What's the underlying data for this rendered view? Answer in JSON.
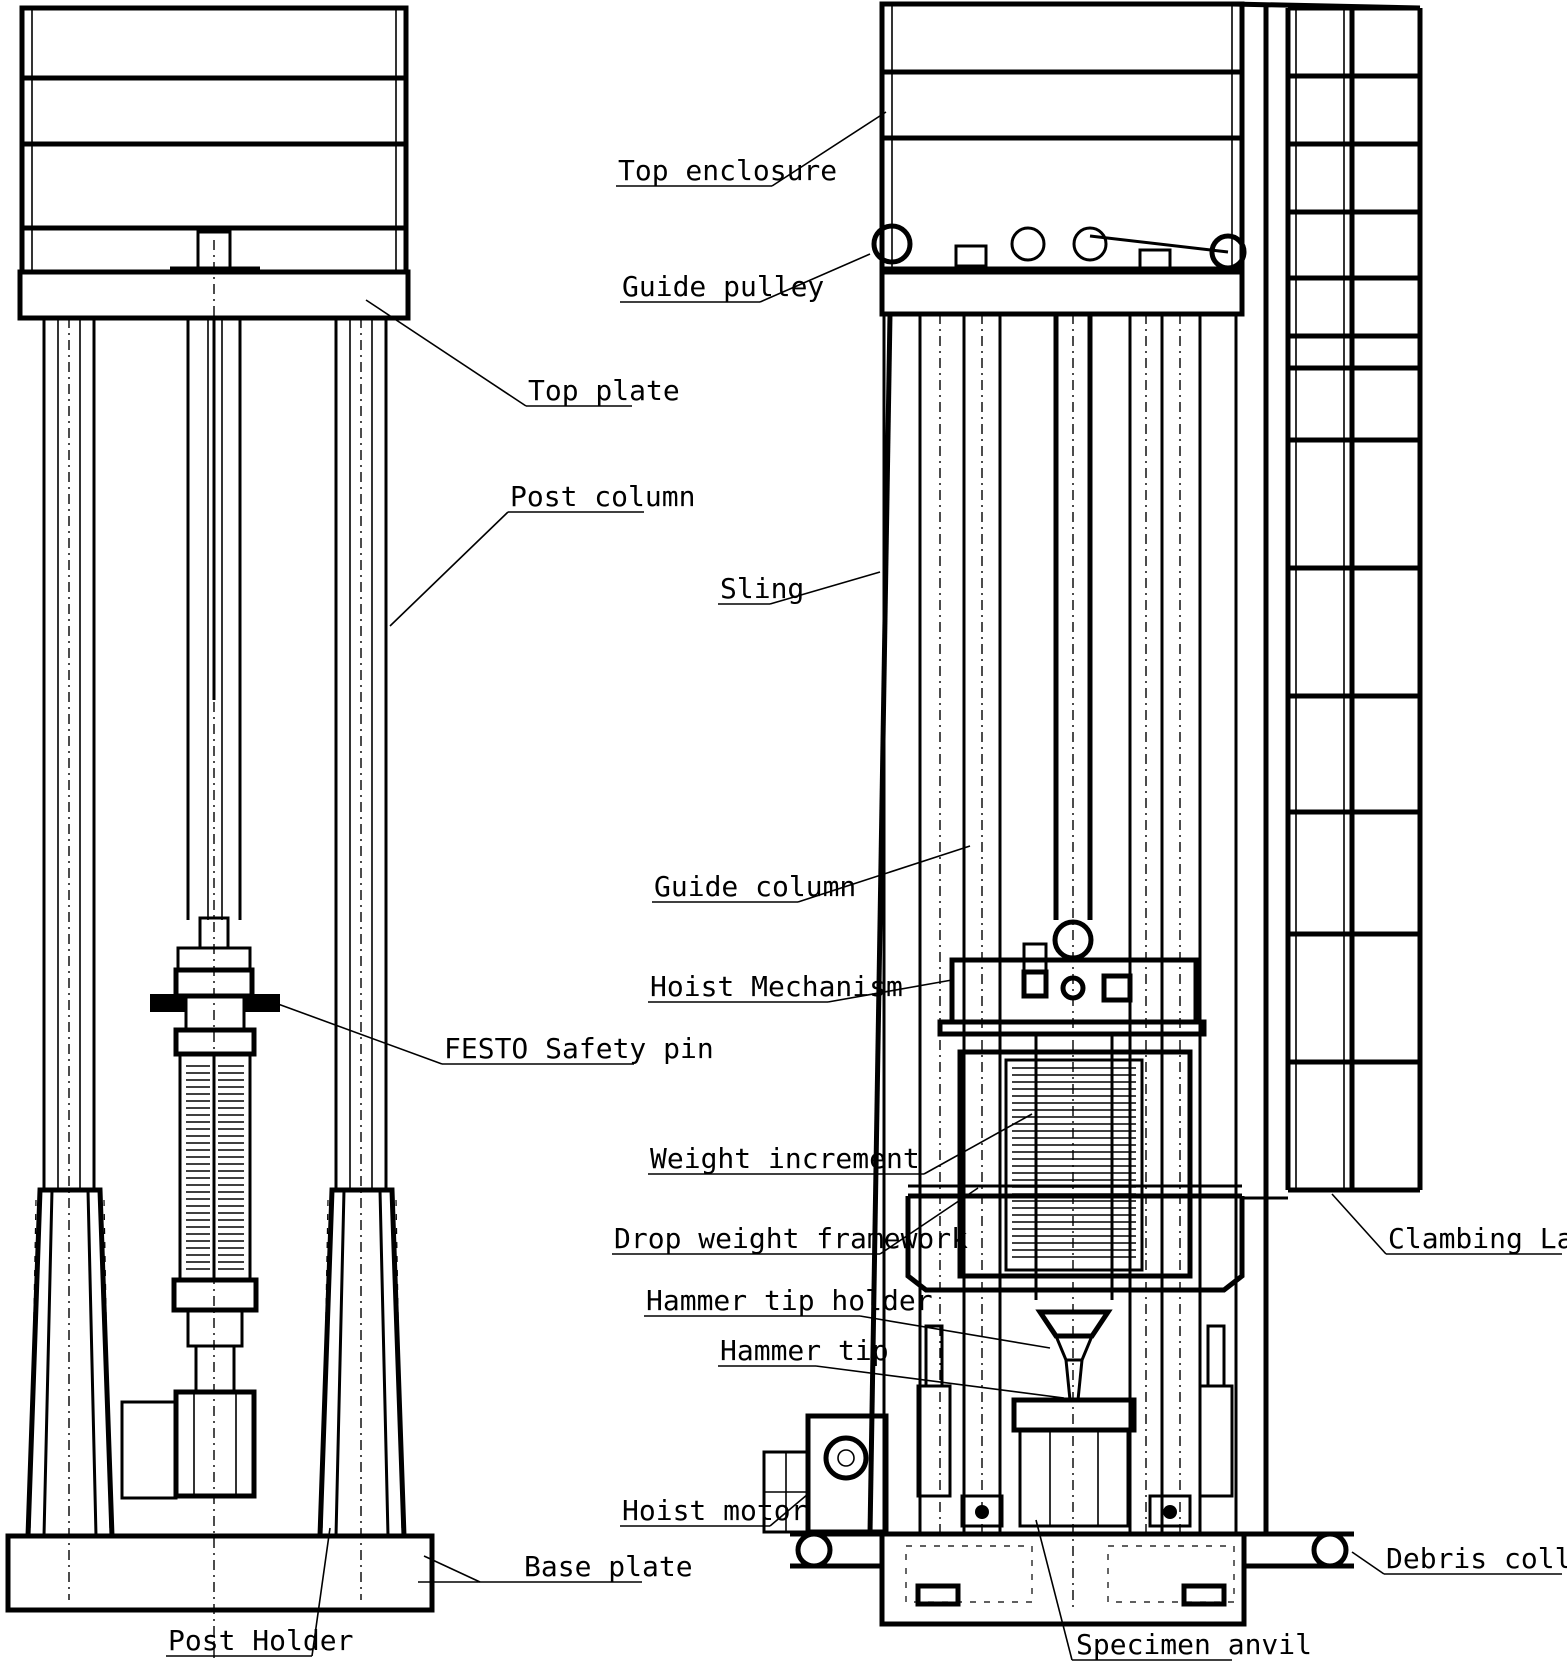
{
  "labels": {
    "top_plate": "Top plate",
    "post_column": "Post column",
    "festo_safety_pin": "FESTO Safety pin",
    "post_holder": "Post Holder",
    "base_plate": "Base plate",
    "top_enclosure": "Top enclosure",
    "guide_pulley": "Guide pulley",
    "sling": "Sling",
    "guide_column": "Guide column",
    "hoist_mechanism": "Hoist Mechanism",
    "weight_increment": "Weight increment",
    "drop_weight_framework": "Drop weight framework",
    "hammer_tip_holder": "Hammer tip holder",
    "hammer_tip": "Hammer tip",
    "hoist_motor": "Hoist motor",
    "specimen_anvil": "Specimen anvil",
    "debris_collector": "Debris collector",
    "clambing_ladder": "Clambing Ladder"
  }
}
